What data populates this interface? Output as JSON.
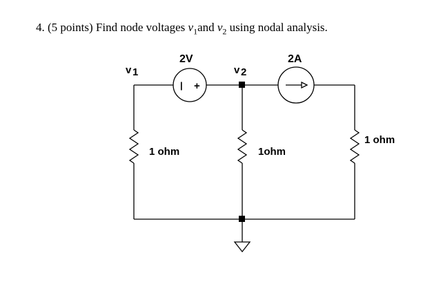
{
  "question": {
    "number": "4.",
    "points": "(5 points)",
    "text_before": "Find node voltages",
    "var1": "v",
    "var1_sub": "1",
    "joiner": "and",
    "var2": "v",
    "var2_sub": "2",
    "text_after": "using nodal analysis."
  },
  "circuit": {
    "node1_label": "v",
    "node1_sub": "1",
    "node2_label": "v",
    "node2_sub": "2",
    "voltage_source_label": "2V",
    "voltage_source_minus": "|",
    "voltage_source_plus": "+",
    "current_source_label": "2A",
    "resistor_left_label": "1 ohm",
    "resistor_middle_label": "1ohm",
    "resistor_right_label": "1 ohm"
  }
}
